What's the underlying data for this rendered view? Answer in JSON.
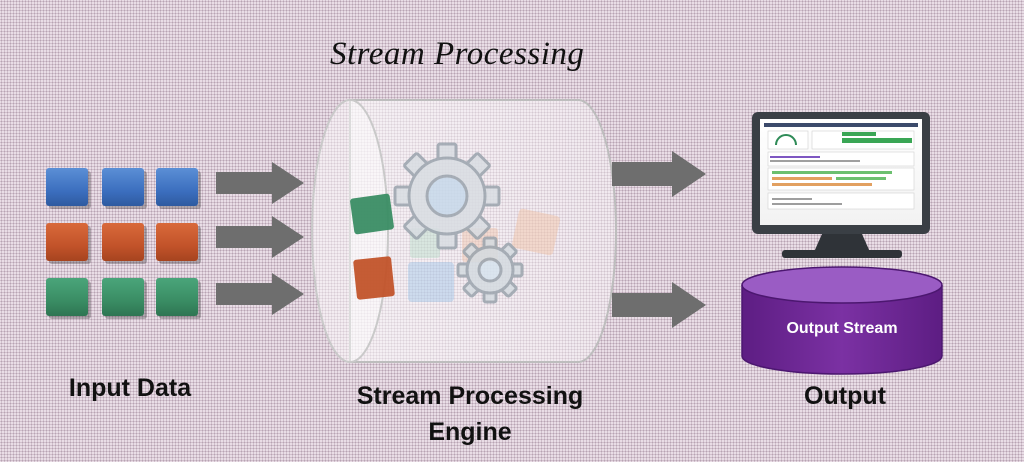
{
  "title": "Stream Processing",
  "labels": {
    "input": "Input Data",
    "engine_line1": "Stream Processing",
    "engine_line2": "Engine",
    "output": "Output"
  },
  "output_stream_label": "Output Stream",
  "colors": {
    "blue": "#3c6fbf",
    "orange": "#c2532a",
    "green": "#3a8d64",
    "arrow": "#6e6e6e",
    "cylinder": "#7a2fa0"
  }
}
